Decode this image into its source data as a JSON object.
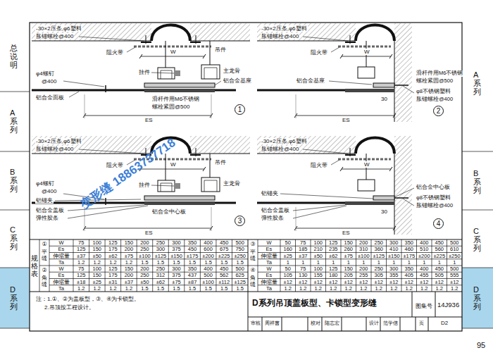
{
  "diagram": {
    "title": "D系列吊顶盖板型、卡锁型变形缝",
    "nodes": [
      {
        "text": [
          "1"
        ]
      },
      {
        "text": [
          "2"
        ]
      },
      {
        "text": [
          "3"
        ]
      },
      {
        "text": [
          "4"
        ]
      }
    ],
    "labels": [
      "总说明",
      "A系列",
      "B系列",
      "C系列",
      "D系列",
      "A系列",
      "B系列",
      "C系列",
      "D系列",
      "-30×2压条,φ6塑料",
      "胀锚螺栓@400",
      "阻火带",
      "W",
      "吊件",
      "挂件",
      "主龙骨",
      "φ4螺钉",
      "@400",
      "铝合金面板",
      "铝合金基座",
      "滑杆件用M6不锈钢",
      "螺栓紧固@500",
      "ES",
      "-30×2压条,φ6塑料",
      "胀锚螺栓@400",
      "阻火带",
      "W",
      "铝合金基座",
      "滑杆件用M6不锈钢",
      "螺栓紧固@500",
      "φ8不锈钢塑料",
      "胀锚螺栓@400",
      "30",
      "ES",
      "-30×2压条,φ6塑料",
      "胀锚螺栓@400",
      "阻火带",
      "W",
      "吊件",
      "挂件",
      "主龙骨",
      "φ4螺钉",
      "@400",
      "铝锚夹",
      "铝合金盖板",
      "弹性胶条",
      "铝合金中心板",
      "ES",
      "-30×2压条,φ6塑料",
      "胀锚螺栓@400",
      "阻火带",
      "W",
      "铝锚夹",
      "铝合金盖板",
      "弹性胶条",
      "铝合金中心板",
      "φ8不锈钢塑料",
      "胀锚螺栓@400",
      "30",
      "ES",
      "注：1.①、②为盖板型，③、④为卡锁型。",
      "2.吊顶按工程设计。",
      "图集号",
      "14J936",
      "审核",
      "周祥茵",
      "校对",
      "陆志宏",
      "设计",
      "范学信",
      "页",
      "D2",
      "95",
      "变形缝 18863737718",
      "规格表",
      "①",
      "平缝",
      "W",
      "75",
      "100",
      "125",
      "150",
      "200",
      "250",
      "300",
      "350",
      "400",
      "450",
      "500",
      "Es",
      "125",
      "150",
      "175",
      "200",
      "250",
      "300",
      "375",
      "450",
      "600",
      "675",
      "750",
      "伸缩量",
      "±37",
      "±50",
      "±62",
      "±75",
      "±100",
      "±125",
      "±150",
      "±175",
      "±200",
      "±225",
      "±250",
      "Ta",
      "1.2",
      "1.2",
      "1.2",
      "1.2",
      "1.5",
      "1.5",
      "1.5",
      "1.5",
      "1.5",
      "1.5",
      "1.5",
      "②",
      "角缝",
      "W",
      "75",
      "100",
      "125",
      "150",
      "200",
      "250",
      "300",
      "350",
      "400",
      "450",
      "500",
      "Es",
      "125",
      "150",
      "175",
      "200",
      "250",
      "312",
      "375",
      "437",
      "500",
      "562",
      "625",
      "伸缩量",
      "±18",
      "±25",
      "±31",
      "±37",
      "±50",
      "±62",
      "±75",
      "±87",
      "±100",
      "±112",
      "±125",
      "Ta",
      "1.2",
      "1.2",
      "1.2",
      "1.2",
      "1.5",
      "1.5",
      "1.5",
      "1.5",
      "1.5",
      "1.5",
      "1.5",
      "③",
      "平缝",
      "W",
      "50",
      "75",
      "100",
      "125",
      "150",
      "200",
      "250",
      "300",
      "350",
      "400",
      "450",
      "500",
      "Es",
      "160",
      "185",
      "210",
      "235",
      "260",
      "310",
      "360",
      "410",
      "460",
      "510",
      "560",
      "610",
      "伸缩量",
      "±25",
      "±37",
      "±50",
      "±62",
      "±75",
      "±100",
      "±125",
      "±150",
      "±175",
      "±200",
      "±225",
      "±250",
      "Ta",
      "1",
      "1",
      "1",
      "1",
      "1",
      "1",
      "1",
      "1",
      "1",
      "1",
      "1",
      "1",
      "④",
      "角缝",
      "W",
      "50",
      "75",
      "100",
      "125",
      "150",
      "200",
      "250",
      "300",
      "350",
      "400",
      "450",
      "500",
      "Es",
      "105",
      "130",
      "155",
      "180",
      "205",
      "255",
      "305",
      "355",
      "405",
      "455",
      "505",
      "555",
      "伸缩量",
      "±12",
      "±12",
      "±12",
      "±12",
      "±12",
      "±12",
      "±12",
      "±12",
      "±12",
      "±12",
      "±12",
      "±12",
      "Ta",
      "1.2",
      "1.2",
      "1.2",
      "1.2",
      "1.2",
      "1.2",
      "1.2",
      "1.2",
      "1.2",
      "1.2",
      "1.2",
      "1.2"
    ]
  }
}
